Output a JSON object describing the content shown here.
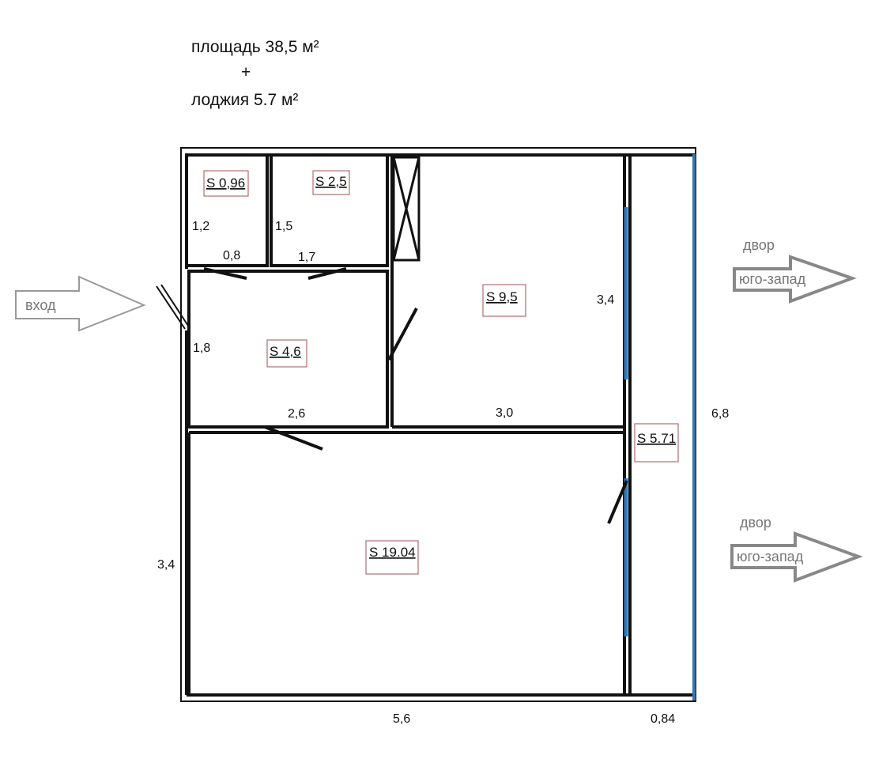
{
  "header": {
    "area_line": "площадь 38,5 м²",
    "plus": "+",
    "loggia_line": "лоджия 5.7 м²"
  },
  "rooms": [
    {
      "label": "S 0,96"
    },
    {
      "label": "S 2,5"
    },
    {
      "label": "S 4,6"
    },
    {
      "label": "S 9,5"
    },
    {
      "label": "S 19.04"
    },
    {
      "label": "S 5.71"
    }
  ],
  "dimensions": {
    "wc_height": "1,2",
    "wc_width": "0,8",
    "bath_height": "1,5",
    "bath_width": "1,7",
    "hall_height": "1,8",
    "hall_width": "2,6",
    "bedroom_height": "3,4",
    "bedroom_width": "3,0",
    "living_height": "3,4",
    "total_width": "5,6",
    "loggia_width": "0,84",
    "total_height": "6,8"
  },
  "arrows": {
    "entrance": "вход",
    "yard_top_1": "двор",
    "yard_top_2": "юго-запад",
    "yard_bottom_1": "двор",
    "yard_bottom_2": "юго-запад"
  },
  "colors": {
    "wall": "#111111",
    "window": "#2f78b8",
    "label_border": "#a05050",
    "arrow": "#888888"
  }
}
